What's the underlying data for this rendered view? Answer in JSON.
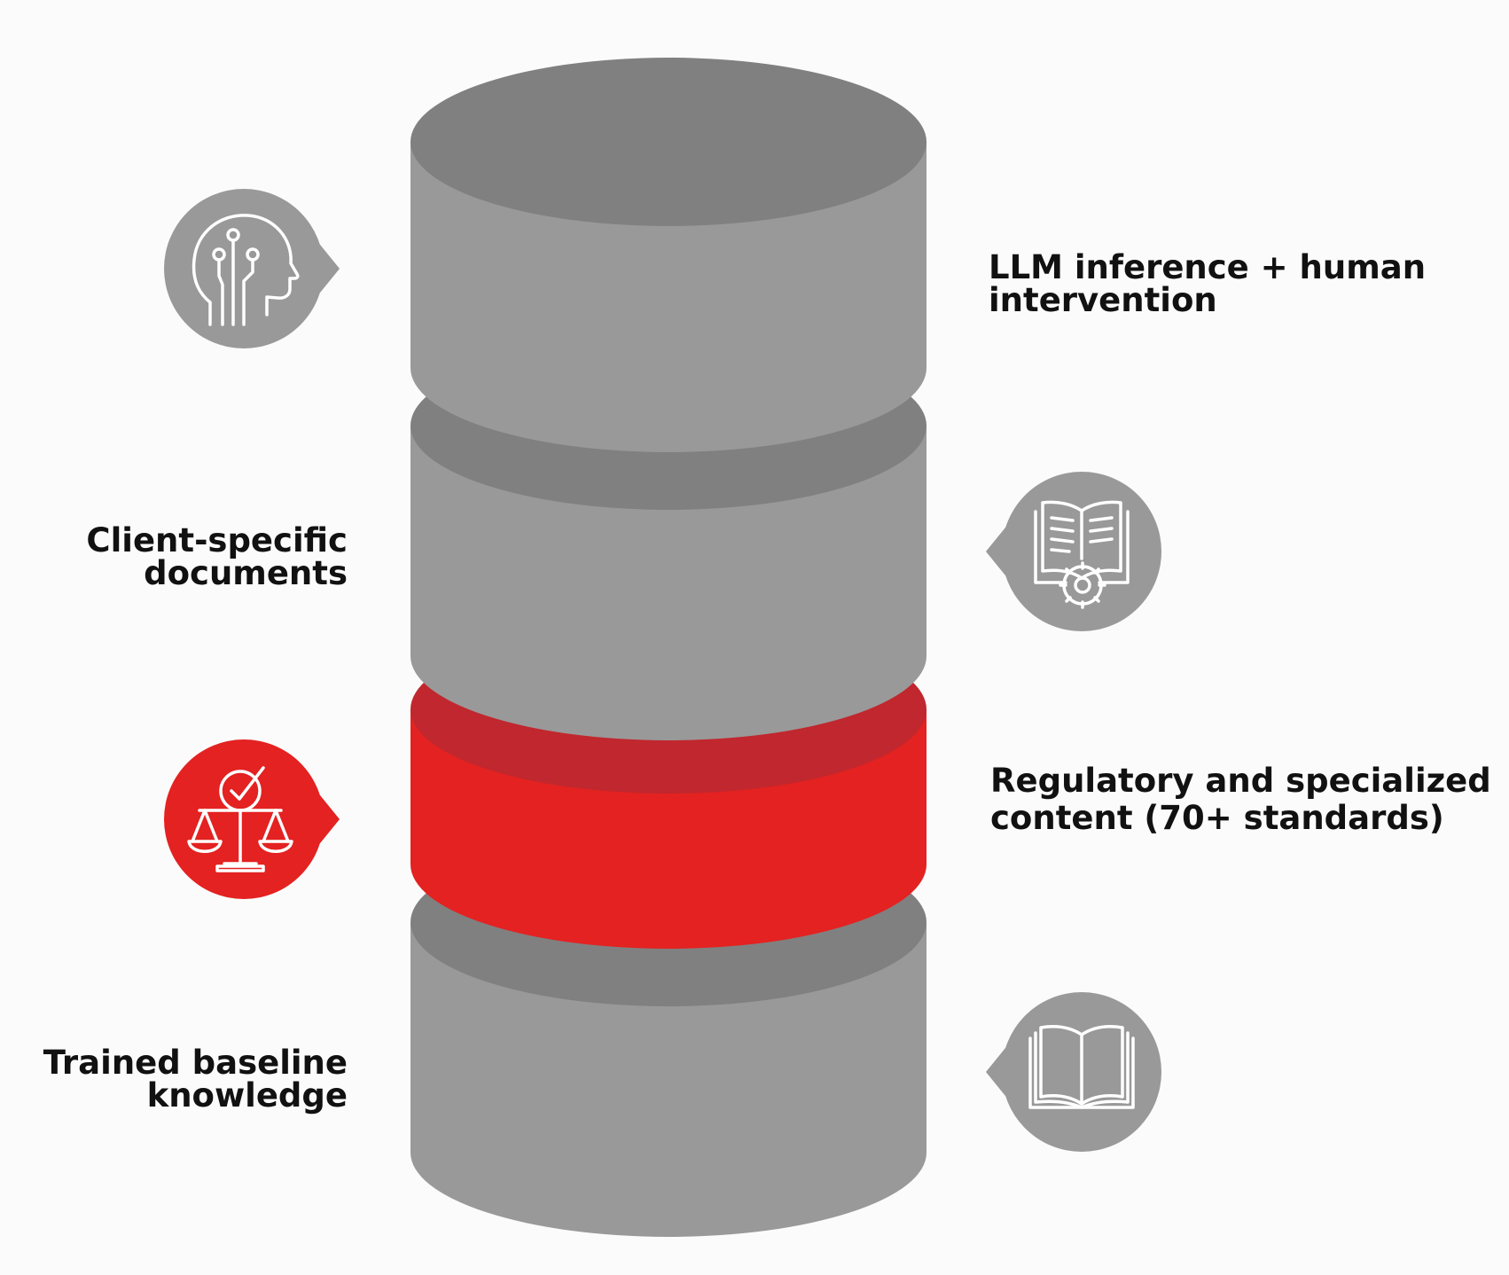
{
  "layers": [
    {
      "id": "llm",
      "lines": [
        "LLM inference + human",
        "intervention"
      ],
      "icon": "ai-head-icon",
      "color": "#999999"
    },
    {
      "id": "client",
      "lines": [
        "Client-specific",
        "documents"
      ],
      "icon": "book-gear-icon",
      "color": "#999999"
    },
    {
      "id": "regulatory",
      "lines": [
        "Regulatory and specialized",
        "content (70+ standards)"
      ],
      "icon": "scales-check-icon",
      "color": "#e32221"
    },
    {
      "id": "baseline",
      "lines": [
        "Trained baseline",
        "knowledge"
      ],
      "icon": "open-book-icon",
      "color": "#999999"
    }
  ],
  "colors": {
    "gray_body": "#999999",
    "gray_top": "#808080",
    "red_body": "#e32221",
    "red_top": "#c1272e",
    "icon_gray": "#999999",
    "icon_red": "#e32221",
    "background": "#fbfbfb"
  }
}
